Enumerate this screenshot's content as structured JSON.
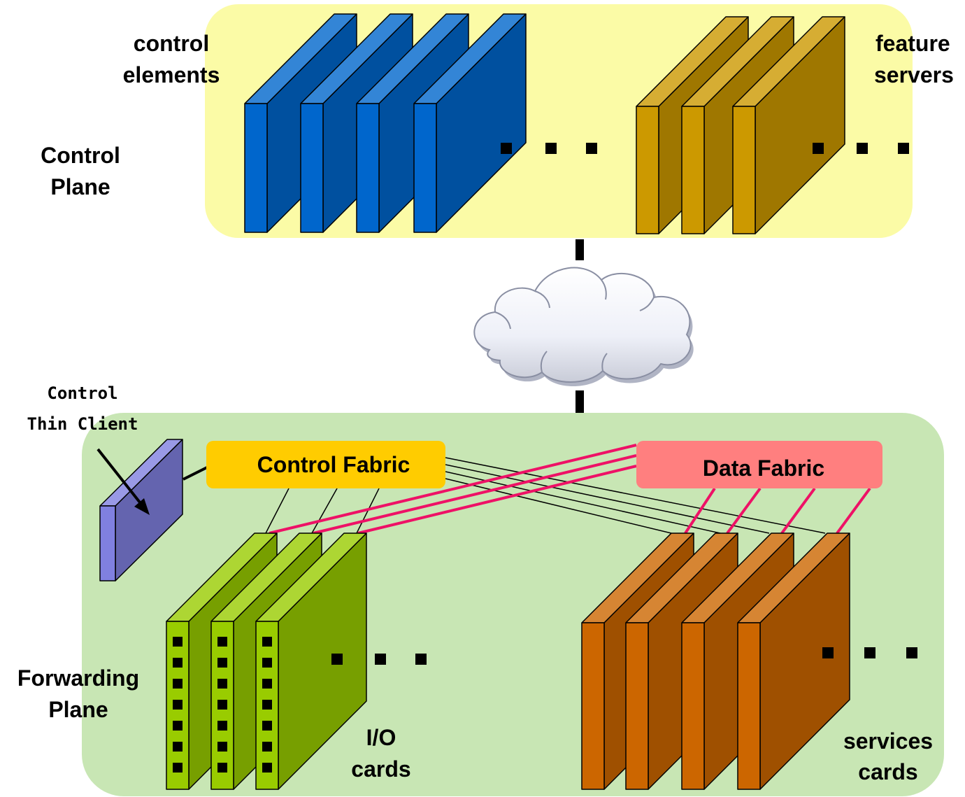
{
  "control_plane": {
    "label_line1": "Control",
    "label_line2": "Plane",
    "control_elements_line1": "control",
    "control_elements_line2": "elements",
    "feature_servers_line1": "feature",
    "feature_servers_line2": "servers",
    "region_color": "#fbfba6",
    "blue_card_count": 4,
    "gold_card_count": 3
  },
  "forwarding_plane": {
    "label_line1": "Forwarding",
    "label_line2": "Plane",
    "region_color": "#c8e6b4",
    "thin_client_line1": "Control",
    "thin_client_line2": "Thin Client",
    "control_fabric": "Control Fabric",
    "data_fabric": "Data Fabric",
    "io_cards_line1": "I/O",
    "io_cards_line2": "cards",
    "services_cards_line1": "services",
    "services_cards_line2": "cards",
    "io_card_count": 3,
    "services_card_count": 4
  },
  "colors": {
    "blue_card": "#0066cc",
    "gold_card": "#cc9900",
    "green_card": "#99cc00",
    "orange_card": "#cc6600",
    "thin_client": "#8080e0",
    "control_fabric": "#ffcc00",
    "data_fabric": "#ff7f7f",
    "data_link": "#ee1166"
  },
  "icons": {
    "network": "cloud-icon",
    "ellipsis": "ellipsis-dots"
  }
}
